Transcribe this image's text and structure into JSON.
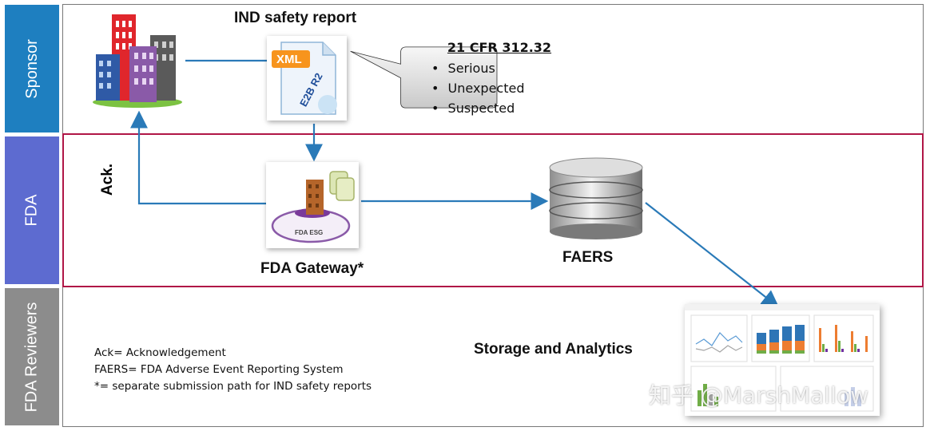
{
  "lanes": {
    "sponsor": "Sponsor",
    "fda": "FDA",
    "reviewers": "FDA Reviewers"
  },
  "nodes": {
    "ind_report": "IND safety report",
    "xml_tag": "XML",
    "e2b_tag": "E2B R2",
    "ack": "Ack.",
    "gateway": "FDA Gateway*",
    "esg_tag": "FDA ESG",
    "faers": "FAERS",
    "storage": "Storage and Analytics"
  },
  "callout": {
    "title": "21 CFR 312.32",
    "items": [
      "Serious",
      "Unexpected",
      "Suspected"
    ]
  },
  "legend": [
    "Ack= Acknowledgement",
    "FAERS= FDA Adverse Event Reporting System",
    "*= separate submission path for IND safety reports"
  ],
  "watermark": "知乎 @MarshMallow",
  "colors": {
    "sponsor_lane": "#1e7fc0",
    "fda_lane": "#5d6bd0",
    "reviewers_lane": "#8c8c8c",
    "fda_border": "#b01646",
    "arrow": "#2a7ab8"
  }
}
